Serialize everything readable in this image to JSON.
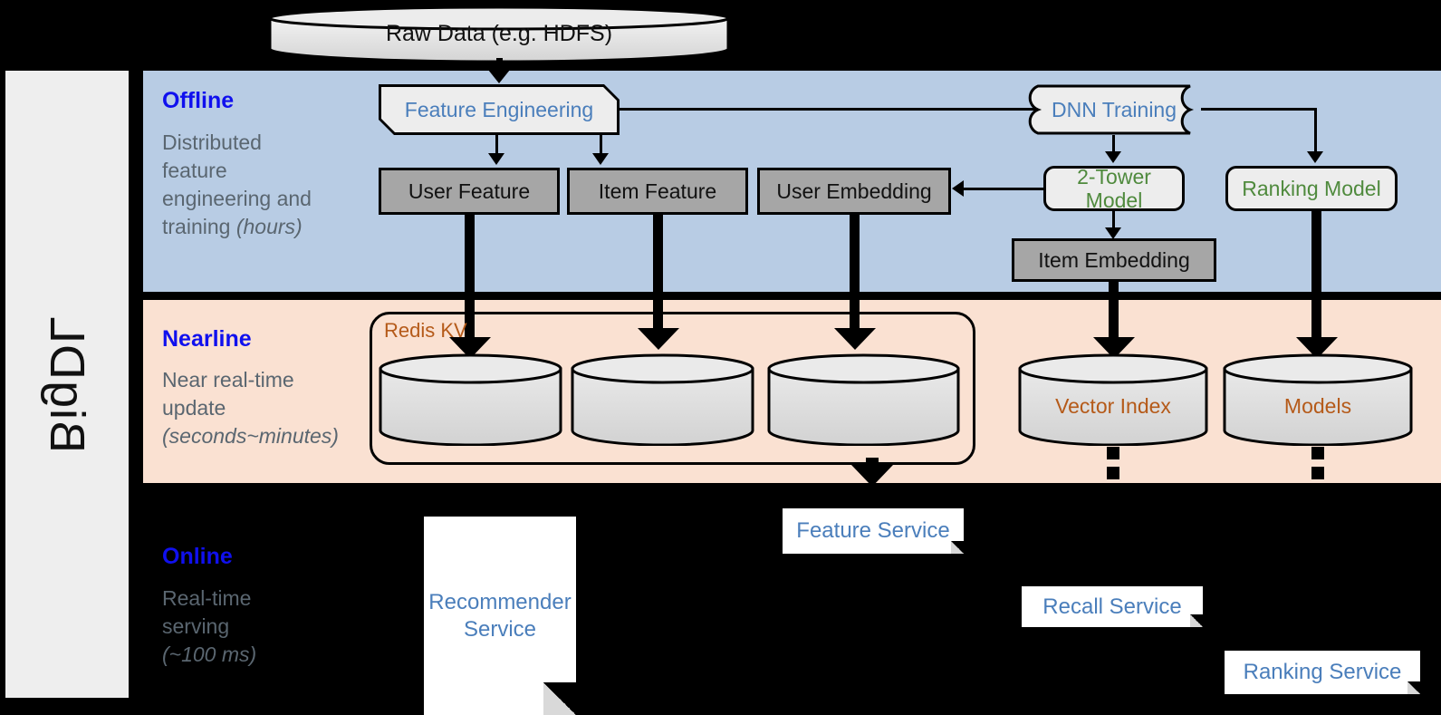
{
  "rail": {
    "label": "BigDL"
  },
  "top": {
    "raw_data": "Raw Data (e.g. HDFS)"
  },
  "sections": [
    {
      "id": "offline",
      "title": "Offline",
      "subtitle_line1": "Distributed",
      "subtitle_line2": "feature",
      "subtitle_line3": "engineering and",
      "subtitle_line4": "training ",
      "subtitle_italic": "(hours)",
      "band_color": "#b8cce4"
    },
    {
      "id": "nearline",
      "title": "Nearline",
      "subtitle_line1": "Near real-time",
      "subtitle_line2": "update",
      "subtitle_italic": "(seconds~minutes)",
      "band_color": "#fae1d2"
    },
    {
      "id": "online",
      "title": "Online",
      "subtitle_line1": "Real-time",
      "subtitle_line2": "serving",
      "subtitle_italic": "(~100 ms)",
      "band_color": "#000000"
    }
  ],
  "offline": {
    "feature_engineering": "Feature Engineering",
    "dnn_training": "DNN Training",
    "user_feature": "User Feature",
    "item_feature": "Item Feature",
    "user_embedding": "User Embedding",
    "two_tower_model": "2-Tower Model",
    "ranking_model": "Ranking Model",
    "item_embedding": "Item Embedding"
  },
  "nearline": {
    "redis_kv": "Redis KV",
    "store_user_feature": "",
    "store_item_feature": "",
    "store_user_embedding": "",
    "vector_index": "Vector Index",
    "models": "Models"
  },
  "online": {
    "recommender_service": "Recommender\nService",
    "recommender_service_l1": "Recommender",
    "recommender_service_l2": "Service",
    "feature_service": "Feature Service",
    "recall_service": "Recall Service",
    "ranking_service": "Ranking Service"
  },
  "colors": {
    "offline_band": "#b8cce4",
    "nearline_band": "#fae1d2",
    "online_band": "#000000",
    "rail": "#eeeeee",
    "section_title": "#1010ee",
    "section_subtitle": "#5a6670",
    "blue_text": "#4a7ebb",
    "green_text": "#4f8a3d",
    "orange_text": "#b55a19",
    "gray_node": "#a6a6a6",
    "light_node": "#ededed"
  }
}
